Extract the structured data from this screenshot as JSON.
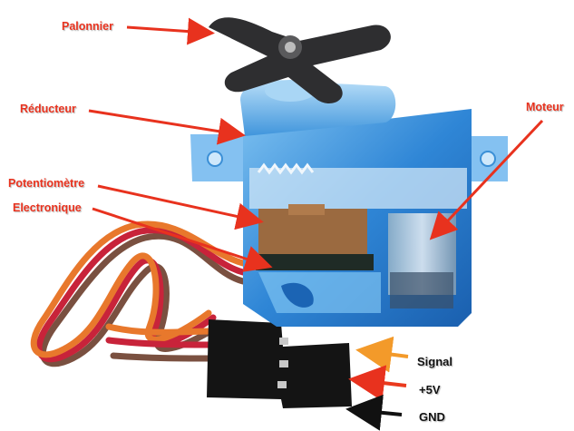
{
  "figure": {
    "subject": "Micro servo motor (blue transparent case) with annotated components",
    "labels": [
      {
        "id": "palonnier",
        "text": "Palonnier",
        "color": "#e8321e"
      },
      {
        "id": "reducteur",
        "text": "Réducteur",
        "color": "#e8321e"
      },
      {
        "id": "potentiometre",
        "text": "Potentiomètre",
        "color": "#e8321e"
      },
      {
        "id": "electronique",
        "text": "Electronique",
        "color": "#e8321e"
      },
      {
        "id": "moteur",
        "text": "Moteur",
        "color": "#e8321e"
      }
    ],
    "wires": [
      {
        "id": "signal",
        "text": "Signal",
        "arrow_color": "#f39a2a",
        "wire_color": "#e8782c"
      },
      {
        "id": "plus5v",
        "text": "+5V",
        "arrow_color": "#ea3a1e",
        "wire_color": "#c8233a"
      },
      {
        "id": "gnd",
        "text": "GND",
        "arrow_color": "#111111",
        "wire_color": "#7a5040"
      }
    ],
    "colors": {
      "case_blue": "#2f86d6",
      "case_light": "#9fd0f5",
      "horn": "#2e2e30",
      "potentiometer": "#9b6a40",
      "connector": "#141414",
      "annotation_red": "#e8321e"
    }
  }
}
